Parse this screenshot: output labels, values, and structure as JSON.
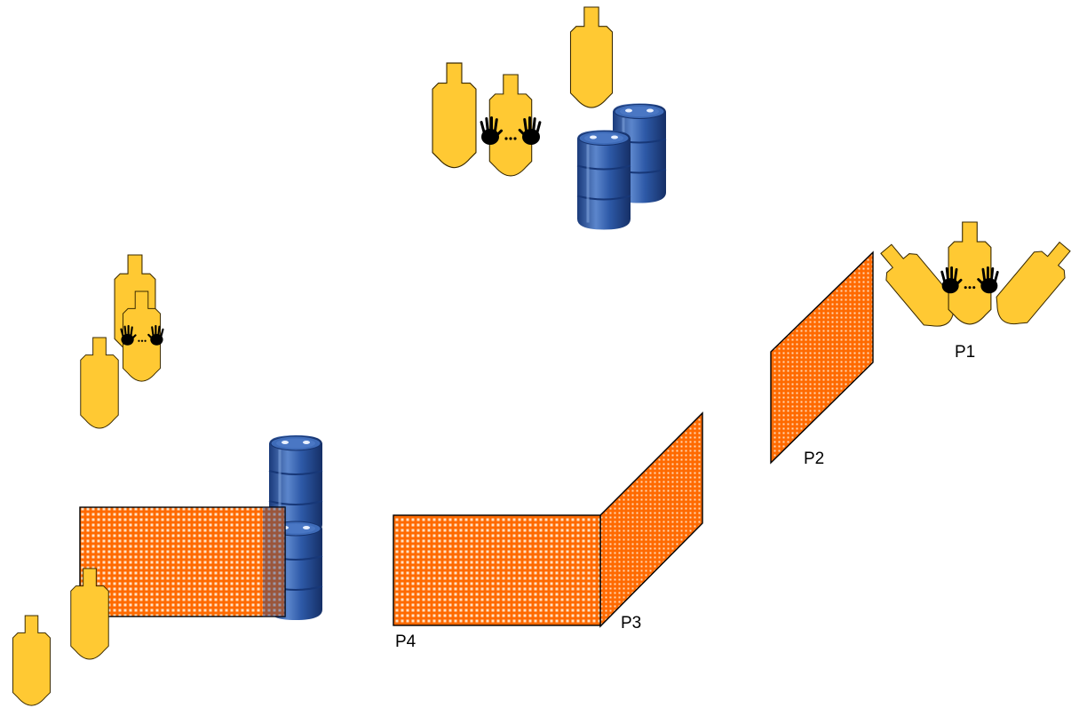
{
  "positions": {
    "p1": "P1",
    "p2": "P2",
    "p3": "P3",
    "p4": "P4"
  },
  "colors": {
    "target_fill": "#FFC933",
    "target_stroke": "#3a2a00",
    "wall_fill": "#FF6A00",
    "wall_dot": "#FFE2C6",
    "barrel_blue": "#2E5AA8",
    "barrel_dark": "#1A3A7A",
    "barrel_light": "#5C86CC",
    "no_shoot_mark": "#000000"
  },
  "elements": {
    "targets": "cardboard-target-icon",
    "no_shoot_targets": "no-shoot-hands-icon",
    "barrels": "blue-barrel-icon",
    "walls": "orange-mesh-wall"
  }
}
